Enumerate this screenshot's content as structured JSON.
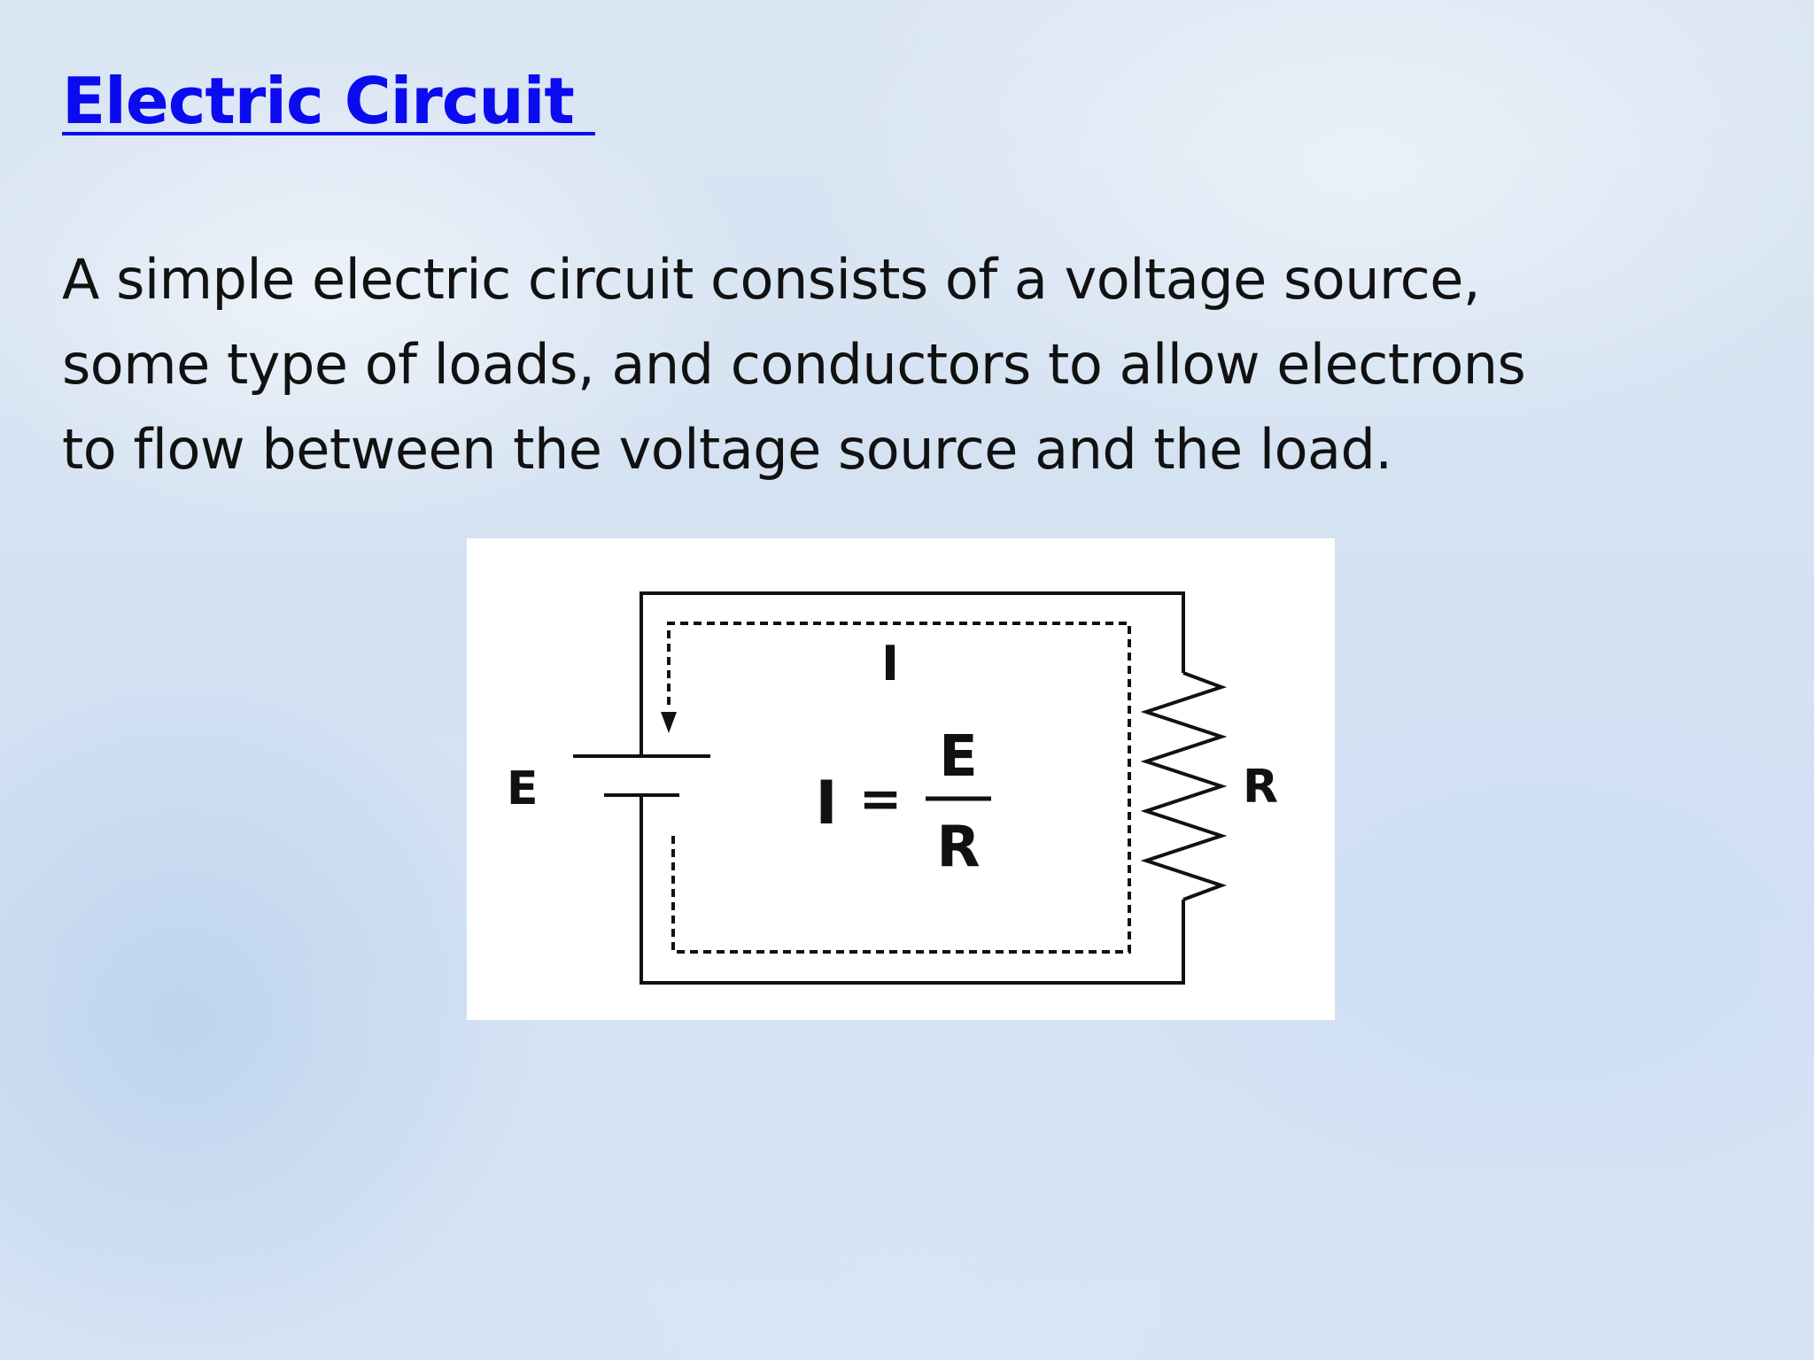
{
  "slide": {
    "title": "Electric Circuit ",
    "body_lines": [
      "A simple electric circuit consists of a voltage source,",
      "some type of loads, and conductors to allow electrons",
      "to flow between the voltage source and the load."
    ]
  },
  "diagram": {
    "labels": {
      "source": "E",
      "current": "I",
      "resistor": "R",
      "formula_lhs": "I",
      "formula_eq": "=",
      "formula_num": "E",
      "formula_den": "R"
    }
  },
  "colors": {
    "title": "#0b0bf0",
    "text": "#111111",
    "diagram_bg": "#ffffff"
  }
}
